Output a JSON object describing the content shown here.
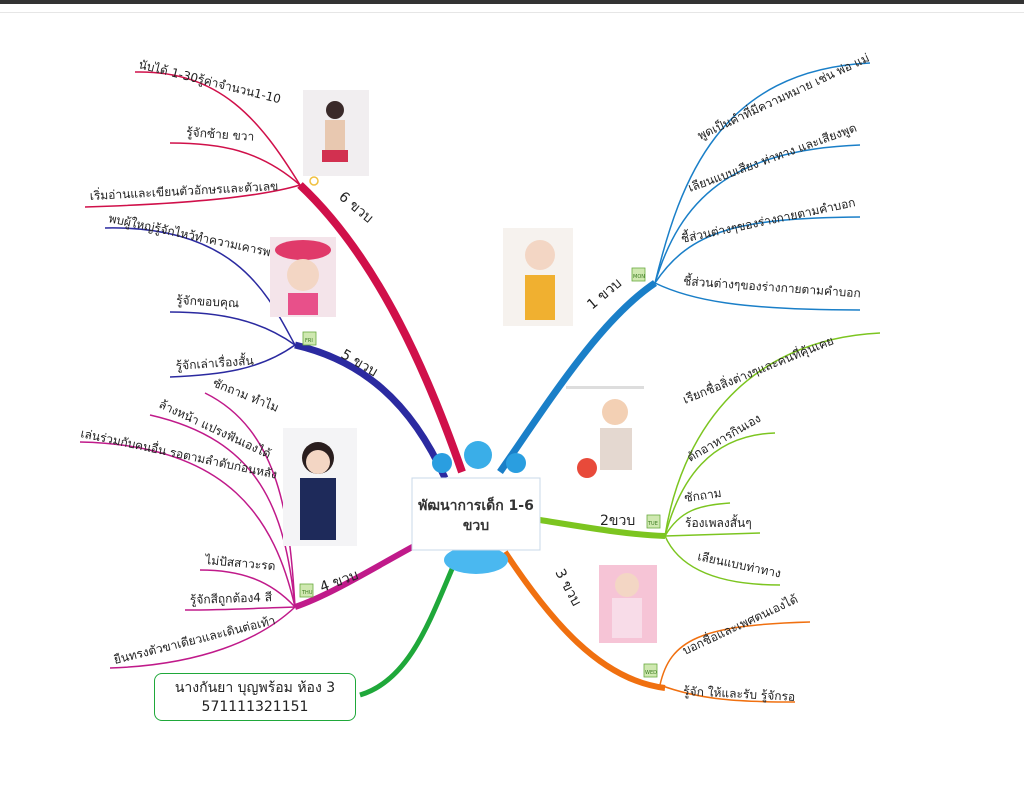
{
  "center": {
    "title": "พัฒนาการเด็ก 1-6 ขวบ"
  },
  "author": {
    "name": "นางกันยา บุญพร้อม ห้อง 3",
    "id": "571111321151"
  },
  "colors": {
    "age6": "#d0104a",
    "age5": "#2b2aa0",
    "age4": "#c01a8a",
    "age3": "#f07010",
    "age2": "#7cc520",
    "age1": "#1a7fc8",
    "author": "#1fa83a"
  },
  "branches": {
    "age1": {
      "label": "1 ขวบ",
      "day": "MON",
      "items": [
        "พูดเป็นคำที่มีความหมาย เช่น พ่อ แม่",
        "เลียนแบบเสียง ท่าทาง และเสียงพูด",
        "ชี้ส่วนต่างๆของร่างกายตามคำบอก",
        "ชี้ส่วนต่างๆของร่างกายตามคำบอก"
      ]
    },
    "age2": {
      "label": "2ขวบ",
      "day": "TUE",
      "items": [
        "เรียกชื่อสิ่งต่างๆและคนที่คุ้นเคย",
        "ตักอาหารกินเอง",
        "ซักถาม",
        "ร้องเพลงสั้นๆ",
        "เลียนแบบท่าทาง"
      ]
    },
    "age3": {
      "label": "3 ขวบ",
      "day": "WED",
      "items": [
        "บอกชื่อและเพศตนเองได้",
        "รู้จัก ให้และรับ รู้จักรอ"
      ]
    },
    "age4": {
      "label": "4 ขวบ",
      "day": "THU",
      "items": [
        "ซักถาม ทำไม",
        "ล้างหน้า แปรงฟันเองได้",
        "เล่นร่วมกับคนอื่น รอตามลำดับก่อนหลัง",
        "ไม่ปัสสาวะรด",
        "รู้จักสีถูกต้อง4 สี",
        "ยืนทรงตัวขาเดียวและเดินต่อเท้า"
      ]
    },
    "age5": {
      "label": "5 ขวบ",
      "day": "FRI",
      "items": [
        "พบผู้ใหญ่รู้จักไหว้ทำความเคารพ",
        "รู้จักขอบคุณ",
        "รู้จักเล่าเรื่องสั้น"
      ]
    },
    "age6": {
      "label": "6 ขวบ",
      "items": [
        "นับได้ 1-30รู้ค่าจำนวน1-10",
        "รู้จักซ้าย ขวา",
        "เริ่มอ่านและเขียนตัวอักษรและตัวเลข"
      ]
    }
  }
}
